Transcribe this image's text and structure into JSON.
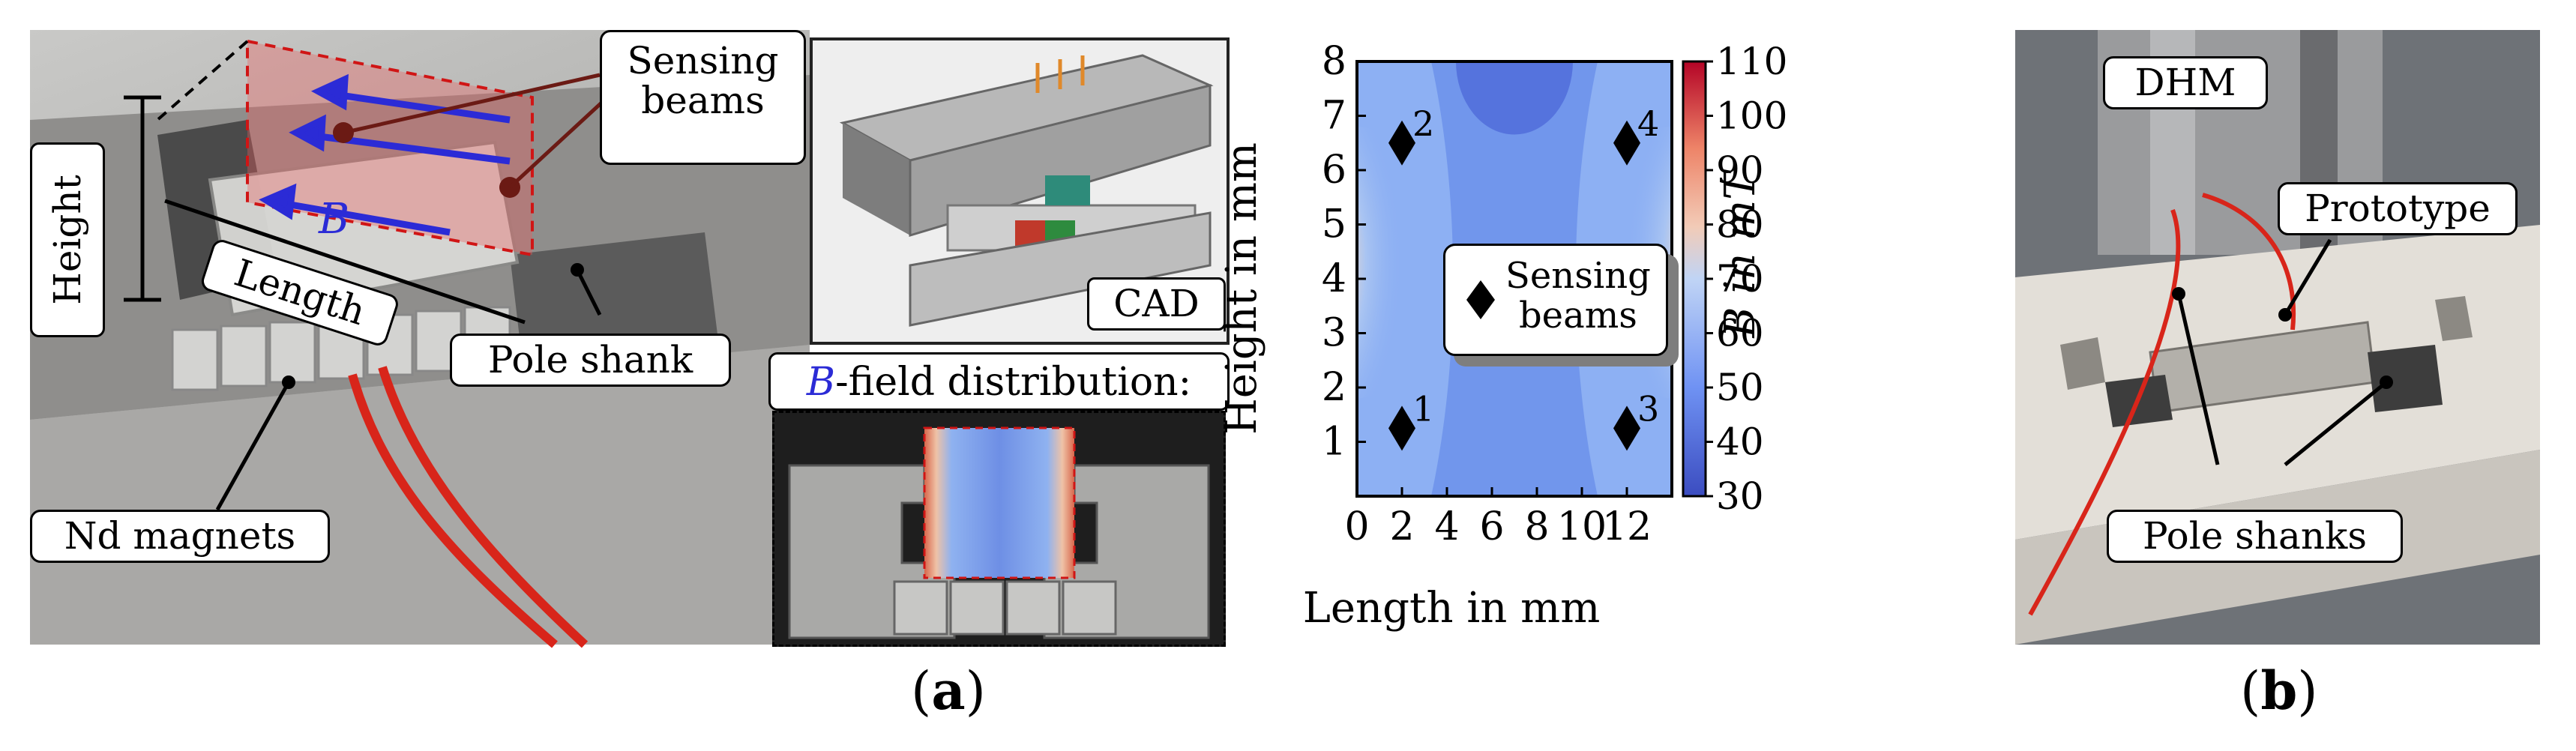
{
  "panel_a": {
    "photo_labels": {
      "height": "Height",
      "length": "Length",
      "field_symbol": "B",
      "sensing_beams_line1": "Sensing",
      "sensing_beams_line2": "beams",
      "pole_shank": "Pole shank",
      "nd_magnets": "Nd magnets"
    },
    "cad_label": "CAD",
    "bfield_title_symbol": "B",
    "bfield_title_rest": "-field distribution:",
    "caption_label": "a"
  },
  "chart_data": {
    "type": "heatmap",
    "xlabel": "Length in mm",
    "ylabel": "Height in mm",
    "colorbar_label": "B in mT",
    "x_ticks": [
      "0",
      "2",
      "4",
      "6",
      "8",
      "10",
      "12"
    ],
    "y_ticks": [
      "1",
      "2",
      "3",
      "4",
      "5",
      "6",
      "7",
      "8"
    ],
    "colorbar_ticks": [
      "30",
      "40",
      "50",
      "60",
      "70",
      "80",
      "90",
      "100",
      "110"
    ],
    "xlim": [
      0,
      14
    ],
    "ylim": [
      0,
      8
    ],
    "clim": [
      30,
      110
    ],
    "legend": {
      "line1": "Sensing",
      "line2": "beams",
      "placement": "center"
    },
    "sensing_beams": [
      {
        "label": "1",
        "x": 2,
        "y": 1.25
      },
      {
        "label": "2",
        "x": 2,
        "y": 6.5
      },
      {
        "label": "3",
        "x": 12,
        "y": 1.25
      },
      {
        "label": "4",
        "x": 12,
        "y": 6.5
      }
    ]
  },
  "panel_b": {
    "labels": {
      "dhm": "DHM",
      "prototype": "Prototype",
      "pole_shanks": "Pole shanks"
    },
    "caption_label": "b"
  },
  "colors": {
    "field_arrow": "#2b2bd6",
    "wire": "#d8251a",
    "heat_low": "#3b4cc0",
    "heat_high": "#b40426"
  }
}
